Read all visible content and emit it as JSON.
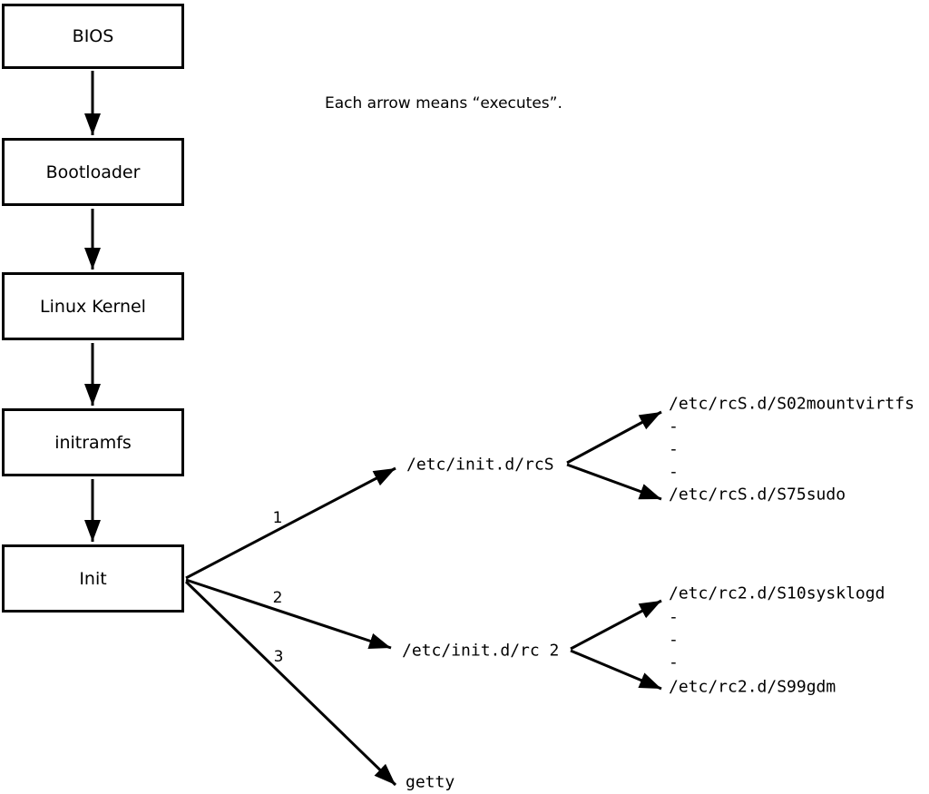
{
  "colors": {
    "ink": "#000000",
    "background": "#ffffff"
  },
  "note": "Each arrow means “executes”.",
  "boot_chain": [
    {
      "label": "BIOS"
    },
    {
      "label": "Bootloader"
    },
    {
      "label": "Linux Kernel"
    },
    {
      "label": "initramfs"
    },
    {
      "label": "Init"
    }
  ],
  "branches": [
    {
      "number": "1",
      "target": "/etc/init.d/rcS",
      "children": [
        "/etc/rcS.d/S02mountvirtfs",
        "-",
        "-",
        "-",
        "/etc/rcS.d/S75sudo"
      ]
    },
    {
      "number": "2",
      "target": "/etc/init.d/rc 2",
      "children": [
        "/etc/rc2.d/S10sysklogd",
        "-",
        "-",
        "-",
        "/etc/rc2.d/S99gdm"
      ]
    },
    {
      "number": "3",
      "target": "getty",
      "children": []
    }
  ]
}
